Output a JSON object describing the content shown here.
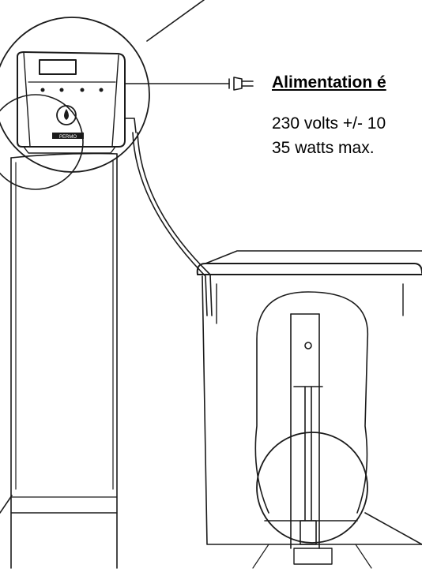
{
  "supply": {
    "title": "Alimentation é",
    "voltage": "230 volts +/- 10",
    "power": "35 watts max."
  },
  "controller": {
    "brand_label": "PERMO"
  },
  "colors": {
    "line": "#1b1b1b",
    "background": "#ffffff"
  }
}
